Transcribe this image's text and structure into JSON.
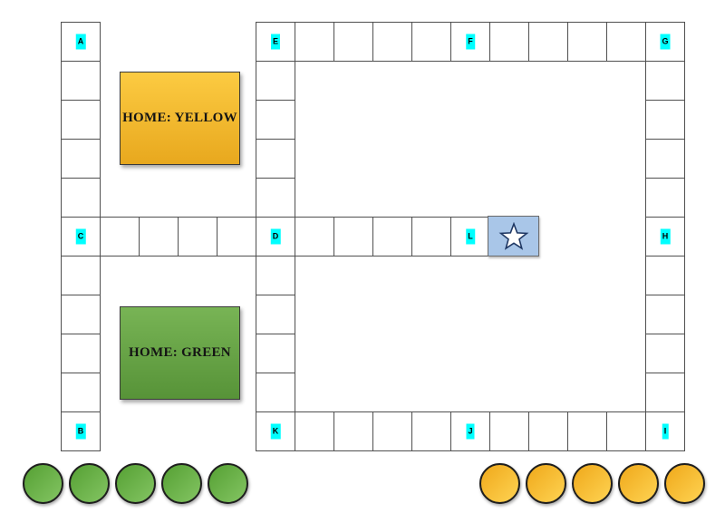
{
  "board": {
    "homes": [
      {
        "id": "yellow",
        "label": "HOME: YELLOW"
      },
      {
        "id": "green",
        "label": "HOME: GREEN"
      }
    ],
    "star_cell": {
      "icon": "star-icon"
    },
    "cells": [
      {
        "col": 0,
        "row": 0,
        "label": "A"
      },
      {
        "col": 0,
        "row": 1,
        "label": ""
      },
      {
        "col": 0,
        "row": 2,
        "label": ""
      },
      {
        "col": 0,
        "row": 3,
        "label": ""
      },
      {
        "col": 0,
        "row": 4,
        "label": ""
      },
      {
        "col": 0,
        "row": 5,
        "label": "C"
      },
      {
        "col": 0,
        "row": 6,
        "label": ""
      },
      {
        "col": 0,
        "row": 7,
        "label": ""
      },
      {
        "col": 0,
        "row": 8,
        "label": ""
      },
      {
        "col": 0,
        "row": 9,
        "label": ""
      },
      {
        "col": 0,
        "row": 10,
        "label": "B"
      },
      {
        "col": 1,
        "row": 5,
        "label": ""
      },
      {
        "col": 2,
        "row": 5,
        "label": ""
      },
      {
        "col": 3,
        "row": 5,
        "label": ""
      },
      {
        "col": 4,
        "row": 5,
        "label": ""
      },
      {
        "col": 5,
        "row": 0,
        "label": "E"
      },
      {
        "col": 5,
        "row": 1,
        "label": ""
      },
      {
        "col": 5,
        "row": 2,
        "label": ""
      },
      {
        "col": 5,
        "row": 3,
        "label": ""
      },
      {
        "col": 5,
        "row": 4,
        "label": ""
      },
      {
        "col": 5,
        "row": 5,
        "label": "D"
      },
      {
        "col": 5,
        "row": 6,
        "label": ""
      },
      {
        "col": 5,
        "row": 7,
        "label": ""
      },
      {
        "col": 5,
        "row": 8,
        "label": ""
      },
      {
        "col": 5,
        "row": 9,
        "label": ""
      },
      {
        "col": 5,
        "row": 10,
        "label": "K"
      },
      {
        "col": 6,
        "row": 0,
        "label": ""
      },
      {
        "col": 7,
        "row": 0,
        "label": ""
      },
      {
        "col": 8,
        "row": 0,
        "label": ""
      },
      {
        "col": 9,
        "row": 0,
        "label": ""
      },
      {
        "col": 10,
        "row": 0,
        "label": "F"
      },
      {
        "col": 11,
        "row": 0,
        "label": ""
      },
      {
        "col": 12,
        "row": 0,
        "label": ""
      },
      {
        "col": 13,
        "row": 0,
        "label": ""
      },
      {
        "col": 14,
        "row": 0,
        "label": ""
      },
      {
        "col": 6,
        "row": 5,
        "label": ""
      },
      {
        "col": 7,
        "row": 5,
        "label": ""
      },
      {
        "col": 8,
        "row": 5,
        "label": ""
      },
      {
        "col": 9,
        "row": 5,
        "label": ""
      },
      {
        "col": 10,
        "row": 5,
        "label": "L"
      },
      {
        "col": 6,
        "row": 10,
        "label": ""
      },
      {
        "col": 7,
        "row": 10,
        "label": ""
      },
      {
        "col": 8,
        "row": 10,
        "label": ""
      },
      {
        "col": 9,
        "row": 10,
        "label": ""
      },
      {
        "col": 10,
        "row": 10,
        "label": "J"
      },
      {
        "col": 11,
        "row": 10,
        "label": ""
      },
      {
        "col": 12,
        "row": 10,
        "label": ""
      },
      {
        "col": 13,
        "row": 10,
        "label": ""
      },
      {
        "col": 14,
        "row": 10,
        "label": ""
      },
      {
        "col": 15,
        "row": 0,
        "label": "G"
      },
      {
        "col": 15,
        "row": 1,
        "label": ""
      },
      {
        "col": 15,
        "row": 2,
        "label": ""
      },
      {
        "col": 15,
        "row": 3,
        "label": ""
      },
      {
        "col": 15,
        "row": 4,
        "label": ""
      },
      {
        "col": 15,
        "row": 5,
        "label": "H"
      },
      {
        "col": 15,
        "row": 6,
        "label": ""
      },
      {
        "col": 15,
        "row": 7,
        "label": ""
      },
      {
        "col": 15,
        "row": 8,
        "label": ""
      },
      {
        "col": 15,
        "row": 9,
        "label": ""
      },
      {
        "col": 15,
        "row": 10,
        "label": "I"
      }
    ],
    "pieces": [
      {
        "color": "green",
        "count": 5
      },
      {
        "color": "yellow",
        "count": 5
      }
    ],
    "colors": {
      "label_highlight": "#00ffff",
      "home_yellow_top": "#fccb42",
      "home_yellow_bottom": "#e8a81e",
      "home_green_top": "#78b455",
      "home_green_bottom": "#579338",
      "star_cell_fill": "#a9c6e8",
      "star_outline": "#1f3864",
      "piece_green": "#6db14a",
      "piece_yellow": "#f8bc26"
    }
  }
}
